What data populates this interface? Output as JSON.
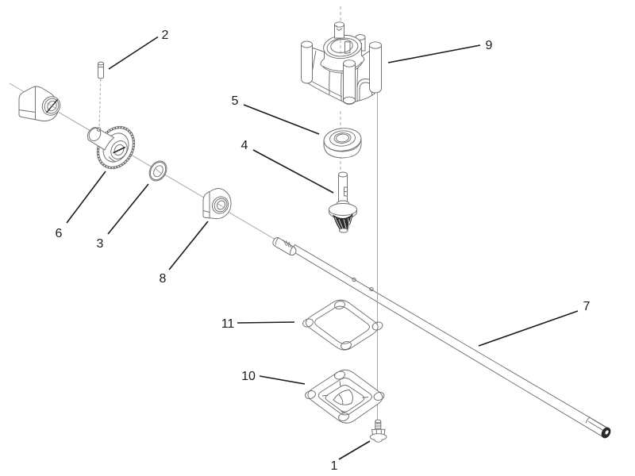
{
  "diagram": {
    "type": "exploded-parts-diagram",
    "subject": "gearbox assembly exploded view",
    "colors": {
      "background": "#ffffff",
      "part_line": "#6e6e6e",
      "light_line": "#a6a6a6",
      "callout": "#1c1c1c",
      "dark_detail": "#2b2b2b"
    },
    "callouts": [
      {
        "label": "1",
        "part": "flange-bolt"
      },
      {
        "label": "2",
        "part": "pin"
      },
      {
        "label": "3",
        "part": "washer"
      },
      {
        "label": "4",
        "part": "pinion-shaft"
      },
      {
        "label": "5",
        "part": "ball-bearing"
      },
      {
        "label": "6",
        "part": "gear"
      },
      {
        "label": "7",
        "part": "drive-shaft"
      },
      {
        "label": "8",
        "part": "bushing"
      },
      {
        "label": "9",
        "part": "gearbox-housing"
      },
      {
        "label": "10",
        "part": "gearbox-cover"
      },
      {
        "label": "11",
        "part": "gasket"
      }
    ]
  }
}
